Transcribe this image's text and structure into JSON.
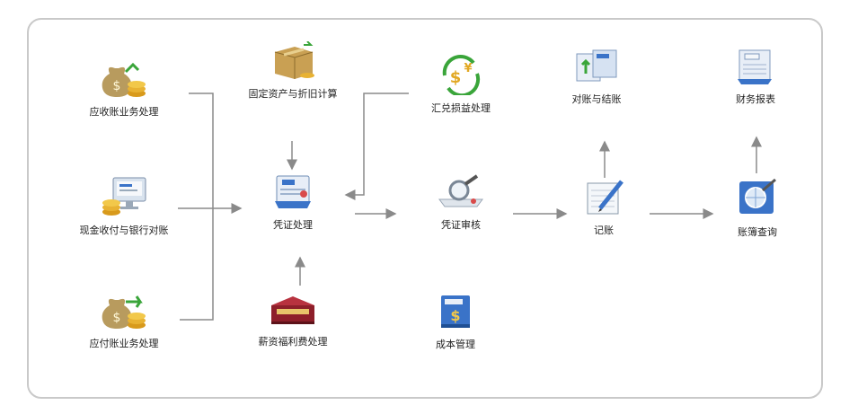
{
  "modules": {
    "receivable": {
      "label": "应收账业务处理",
      "icon": "money-bag-icon"
    },
    "cash_bank": {
      "label": "现金收付与银行对账",
      "icon": "computer-coins-icon"
    },
    "payable": {
      "label": "应付账业务处理",
      "icon": "money-bag-arrow-icon"
    },
    "fixed_assets": {
      "label": "固定资产与折旧计算",
      "icon": "box-icon"
    },
    "voucher": {
      "label": "凭证处理",
      "icon": "voucher-document-icon"
    },
    "payroll": {
      "label": "薪资福利费处理",
      "icon": "wallet-icon"
    },
    "exchange": {
      "label": "汇兑损益处理",
      "icon": "currency-exchange-icon"
    },
    "audit": {
      "label": "凭证审核",
      "icon": "magnifier-document-icon"
    },
    "cost": {
      "label": "成本管理",
      "icon": "cost-book-icon"
    },
    "reconcile": {
      "label": "对账与结账",
      "icon": "reconcile-ledger-icon"
    },
    "posting": {
      "label": "记账",
      "icon": "pen-ledger-icon"
    },
    "reports": {
      "label": "财务报表",
      "icon": "report-document-icon"
    },
    "ledger_query": {
      "label": "账簿查询",
      "icon": "globe-search-icon"
    }
  },
  "colors": {
    "line": "#8a8a8a",
    "frame": "#c9c9c9",
    "gold": "#e2a823",
    "blue": "#3a73c8",
    "green": "#3aa53a"
  }
}
